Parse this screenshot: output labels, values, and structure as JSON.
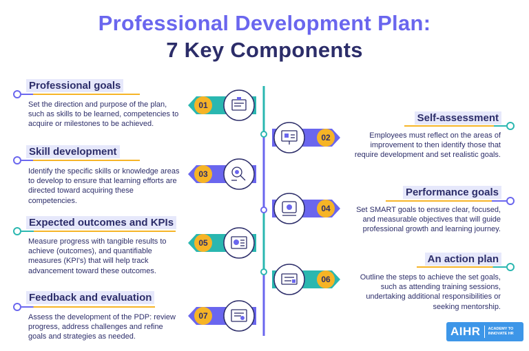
{
  "title": {
    "line1": "Professional Development Plan:",
    "line2": "7 Key Components"
  },
  "colors": {
    "teal": "#2ab7b0",
    "purple": "#6a66ee",
    "orange": "#f6b426",
    "navy": "#2c2d69",
    "highlight": "#e6e8fb"
  },
  "components": [
    {
      "number": "01",
      "heading": "Professional goals",
      "description": "Set the direction and purpose of the plan, such as skills to be learned, competencies to acquire or milestones to be achieved.",
      "icon": "goals-board-icon"
    },
    {
      "number": "02",
      "heading": "Self-assessment",
      "description": "Employees must reflect on the areas of improvement to then identify those that require development and set realistic goals.",
      "icon": "self-assessment-icon"
    },
    {
      "number": "03",
      "heading": "Skill development",
      "description": "Identify the specific skills or knowledge areas to develop to ensure that learning efforts are directed toward acquiring these competencies.",
      "icon": "skills-icon"
    },
    {
      "number": "04",
      "heading": "Performance goals",
      "description": "Set SMART goals to ensure clear, focused, and measurable objectives that will guide professional growth and learning journey.",
      "icon": "performance-icon"
    },
    {
      "number": "05",
      "heading": "Expected outcomes and KPIs",
      "description": "Measure progress with tangible results to achieve (outcomes), and quantifiable measures (KPI's) that will help track advancement toward these outcomes.",
      "icon": "kpi-dashboard-icon"
    },
    {
      "number": "06",
      "heading": "An action plan",
      "description": "Outline the steps to achieve the set goals, such as attending training sessions, undertaking additional responsibilities or seeking mentorship.",
      "icon": "action-plan-icon"
    },
    {
      "number": "07",
      "heading": "Feedback and evaluation",
      "description": "Assess the development of the PDP: review progress, address challenges and refine goals and strategies as needed.",
      "icon": "feedback-icon"
    }
  ],
  "logo": {
    "brand": "AIHR",
    "tagline_1": "ACADEMY TO",
    "tagline_2": "INNOVATE HR"
  }
}
